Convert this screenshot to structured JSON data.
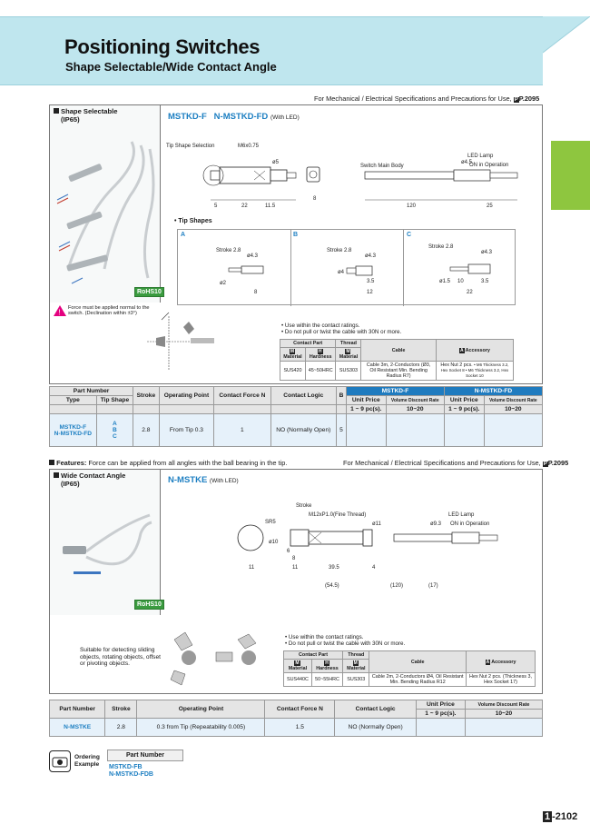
{
  "header": {
    "title": "Positioning Switches",
    "subtitle": "Shape Selectable/Wide Contact Angle"
  },
  "ref_note_1": "For Mechanical / Electrical Specifications and Precautions for Use,",
  "ref_page_1": "P.2095",
  "section1": {
    "label": "Shape Selectable",
    "ip": "(IP65)",
    "rohs": "RoHS10",
    "warning": "Force must be applied normal to the switch. (Declination within ±3°)",
    "product_a": "MSTKD-F",
    "product_b": "N-MSTKD-FD",
    "with_led": "(With LED)",
    "labels": {
      "tip_shape_sel": "Tip Shape Selection",
      "thread": "M6x0.75",
      "led": "LED Lamp",
      "on_op": "ON in Operation",
      "body": "Switch Main Body",
      "tip_shapes": "• Tip Shapes",
      "a": "A",
      "b": "B",
      "c": "C",
      "stroke": "Stroke 2.8"
    },
    "dims": {
      "d5": "5",
      "d22": "22",
      "d115": "11.5",
      "d8": "8",
      "d120": "120",
      "d25": "25",
      "do5": "ø5",
      "do45": "ø4.5",
      "do43": "ø4.3",
      "do2": "ø2",
      "do4": "ø4",
      "do15": "ø1.5",
      "d35": "3.5",
      "d12": "12",
      "d10": "10",
      "dimA8": "8",
      "dC22": "22"
    },
    "notes": [
      "• Use within the contact ratings.",
      "• Do not pull or twist the cable with 30N or more."
    ],
    "spec": {
      "h_contact": "Contact Part",
      "h_thread": "Thread",
      "h_cable": "Cable",
      "h_acc": "Accessory",
      "h_mat": "Material",
      "h_hard": "Hardness",
      "h_mat2": "Material",
      "r_mat": "SUS420",
      "r_hard": "45~50HRC",
      "r_thread": "SUS303",
      "r_cable": "Cable 3m, 2-Conductors (Ø3, Oil Resistant Min. Bending Radius R7)",
      "r_acc": "Hex Nut 2 pcs.",
      "r_acc_note": "• M6 Thickness 3.2, Hex Socket 8 • M6 Thickness 3.2, Hex Socket 10"
    },
    "table": {
      "h_part": "Part Number",
      "h_type": "Type",
      "h_tip": "Tip Shape",
      "h_stroke": "Stroke",
      "h_op": "Operating Point",
      "h_force": "Contact Force N",
      "h_logic": "Contact Logic",
      "h_b": "B",
      "h_g1": "MSTKD-F",
      "h_g2": "N-MSTKD-FD",
      "h_unit": "Unit Price",
      "h_vol": "Volume Discount Rate",
      "h_qty": "1 ~ 9 pc(s).",
      "h_qty2": "10~20",
      "r_type": [
        "MSTKD-F",
        "N-MSTKD-FD"
      ],
      "r_tip": [
        "A",
        "B",
        "C"
      ],
      "r_stroke": "2.8",
      "r_op": "From Tip 0.3",
      "r_force": "1",
      "r_logic": "NO (Normally Open)",
      "r_b": "5"
    }
  },
  "features": {
    "label": "Features:",
    "text": "Force can be applied from all angles with the ball bearing in the tip."
  },
  "ref_page_2": "P.2095",
  "section2": {
    "label": "Wide Contact Angle",
    "ip": "(IP65)",
    "rohs": "RoHS10",
    "product": "N-MSTKE",
    "with_led": "(With LED)",
    "labels": {
      "stroke": "Stroke",
      "thread": "M12xP1.0(Fine Thread)",
      "sr": "SR5",
      "led": "LED Lamp",
      "on_op": "ON in Operation"
    },
    "dims": {
      "d10": "ø10",
      "d11": "ø11",
      "d93": "ø9.3",
      "d6": "6",
      "d8": "8",
      "d11b": "11",
      "d395": "39.5",
      "d4": "4",
      "d545": "(54.5)",
      "d120": "(120)",
      "d17": "(17)"
    },
    "suitable": "Suitable for detecting sliding objects, rotating objects, offset or pivoting objects.",
    "notes": [
      "• Use within the contact ratings.",
      "• Do not pull or twist the cable with 30N or more."
    ],
    "spec": {
      "h_contact": "Contact Part",
      "h_thread": "Thread",
      "h_cable": "Cable",
      "h_acc": "Accessory",
      "h_mat": "Material",
      "h_hard": "Hardness",
      "h_mat2": "Material",
      "r_mat": "SUS440C",
      "r_hard": "50~55HRC",
      "r_thread": "SUS303",
      "r_cable": "Cable 2m, 2-Conductors Ø4, Oil Resistant Min. Bending Radius R12",
      "r_acc": "Hex Nut 2 pcs.",
      "r_acc_note": "(Thickness 3, Hex Socket 17)"
    },
    "table": {
      "h_part": "Part Number",
      "h_stroke": "Stroke",
      "h_op": "Operating Point",
      "h_force": "Contact Force N",
      "h_logic": "Contact Logic",
      "h_unit": "Unit Price",
      "h_vol": "Volume Discount Rate",
      "h_qty": "1 ~ 9 pc(s).",
      "h_qty2": "10~20",
      "r_part": "N-MSTKE",
      "r_stroke": "2.8",
      "r_op": "0.3 from Tip (Repeatability 0.005)",
      "r_force": "1.5",
      "r_logic": "NO (Normally Open)"
    }
  },
  "ordering": {
    "label": "Ordering Example",
    "h_part": "Part Number",
    "items": [
      "MSTKD-FB",
      "N-MSTKD-FDB"
    ]
  },
  "page_number": {
    "prefix": "1",
    "num": "-2102"
  },
  "colors": {
    "header_bg": "#bfe6ee",
    "accent_blue": "#1d7fc2",
    "tab_green": "#8ec63f"
  }
}
